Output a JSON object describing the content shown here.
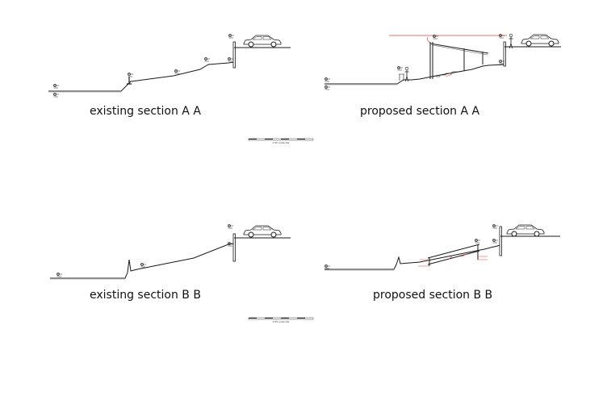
{
  "sections": [
    {
      "id": "existing-aa",
      "caption": "existing section A A"
    },
    {
      "id": "proposed-aa",
      "caption": "proposed section A A"
    },
    {
      "id": "existing-bb",
      "caption": "existing section B B"
    },
    {
      "id": "proposed-bb",
      "caption": "proposed section B B"
    }
  ],
  "scale_bars": [
    {
      "label": "1:50 scale bar"
    },
    {
      "label": "1:50 scale bar"
    }
  ],
  "colors": {
    "line": "#1a1a1a",
    "ground": "#333333",
    "proposed_accent": "#e0453a",
    "background": "#ffffff"
  },
  "icons": [
    "level-marker-icon",
    "car-icon",
    "person-icon",
    "railing-icon"
  ]
}
